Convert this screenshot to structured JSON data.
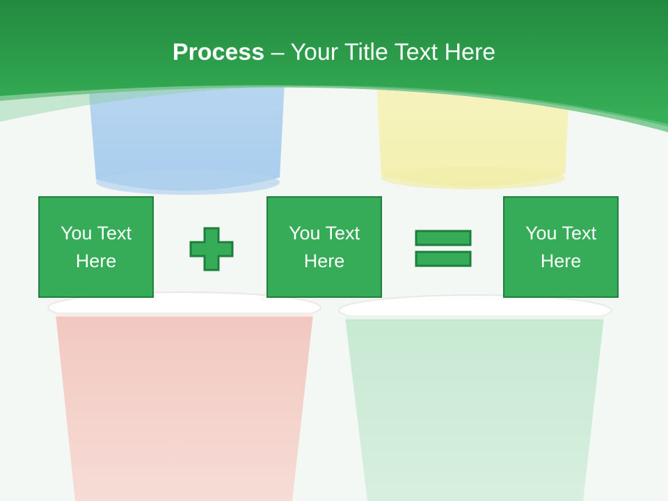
{
  "slide": {
    "title_bold": "Process",
    "title_dash": "–",
    "title_rest": "Your Title Text Here",
    "boxes": [
      {
        "label": "You Text Here"
      },
      {
        "label": "You Text Here"
      },
      {
        "label": "You Text Here"
      }
    ],
    "operators": [
      "plus-icon",
      "equals-icon"
    ],
    "colors": {
      "accent": "#36ac58",
      "box_border": "#1f7e3b",
      "header": "#2ea04e",
      "background": "#f3f8f4"
    }
  }
}
